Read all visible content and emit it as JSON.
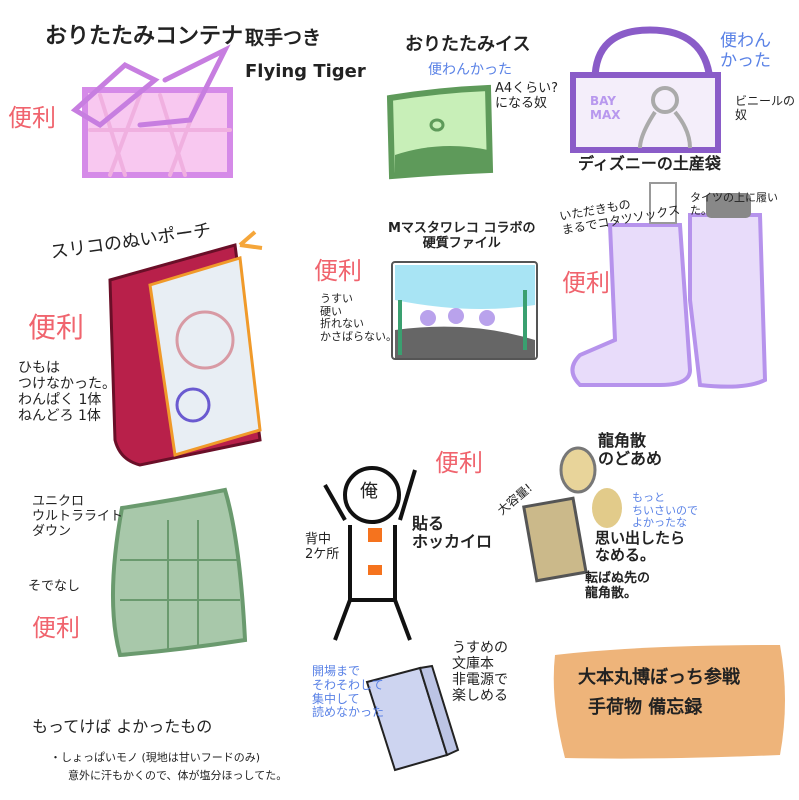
{
  "colors": {
    "verdict_good": "#f0646e",
    "verdict_bad": "#5a82e6",
    "ink": "#222222",
    "title_card": "#eeb47a"
  },
  "container": {
    "title": "おりたたみコンテナ",
    "note1": "取手つき",
    "note2": "Flying Tiger",
    "verdict": "便利"
  },
  "chair": {
    "title": "おりたたみイス",
    "verdict": "便わんかった",
    "note": "A4くらい?\nになる奴"
  },
  "bag": {
    "verdict": "便わん\nかった",
    "note": "ビニールの\n奴",
    "caption": "ディズニーの土産袋",
    "print": "BAY\nMAX"
  },
  "socks": {
    "note1": "いただきもの\nまるでコタツソックス",
    "note2": "タイツの上に履いた。",
    "verdict": "便利"
  },
  "pouch": {
    "title": "スリコのぬいポーチ",
    "verdict": "便利",
    "note": "ひもは\nつけなかった。\nわんぱく 1体\nねんどろ 1体"
  },
  "file": {
    "title": "Mマスタワレコ コラボの\n硬質ファイル",
    "verdict": "便利",
    "note": "うすい\n硬い\n折れない\nかさばらない。"
  },
  "down": {
    "title": "ユニクロ\nウルトラライト\nダウン",
    "note": "そでなし",
    "verdict": "便利"
  },
  "kairo": {
    "head": "俺",
    "verdict": "便利",
    "where": "背中\n2ケ所",
    "title": "貼る\nホッカイロ"
  },
  "candy": {
    "title": "龍角散\nのどあめ",
    "big": "大容量!",
    "regret": "もっと\nちいさいので\nよかったな",
    "note1": "思い出したら\nなめる。",
    "note2": "転ばぬ先の\n龍角散。"
  },
  "book": {
    "note": "うすめの\n文庫本\n非電源で\n楽しめる",
    "regret": "開場まで\nそわそわして\n集中して\n読めなかった"
  },
  "missing": {
    "title": "もってけば よかったもの",
    "item": "・しょっぱいモノ (現地は甘いフードのみ)",
    "reason": "意外に汗もかくので、体が塩分ほっしてた。"
  },
  "title_card": {
    "line1": "大本丸博ぼっち参戦",
    "line2": "手荷物 備忘録"
  }
}
